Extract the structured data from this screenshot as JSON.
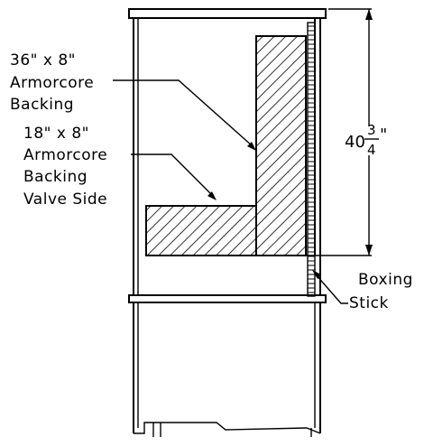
{
  "labels": {
    "backing_36": {
      "line1": "36\" x 8\"",
      "line2": "Armorcore",
      "line3": "Backing"
    },
    "backing_18": {
      "line1": "18\" x 8\"",
      "line2": "Armorcore",
      "line3": "Backing",
      "line4": "Valve Side"
    },
    "boxing_stick": {
      "line1": "Boxing",
      "line2": "Stick"
    }
  },
  "dimension": {
    "whole": "40",
    "numerator": "3",
    "denominator": "4",
    "unit": "\""
  }
}
